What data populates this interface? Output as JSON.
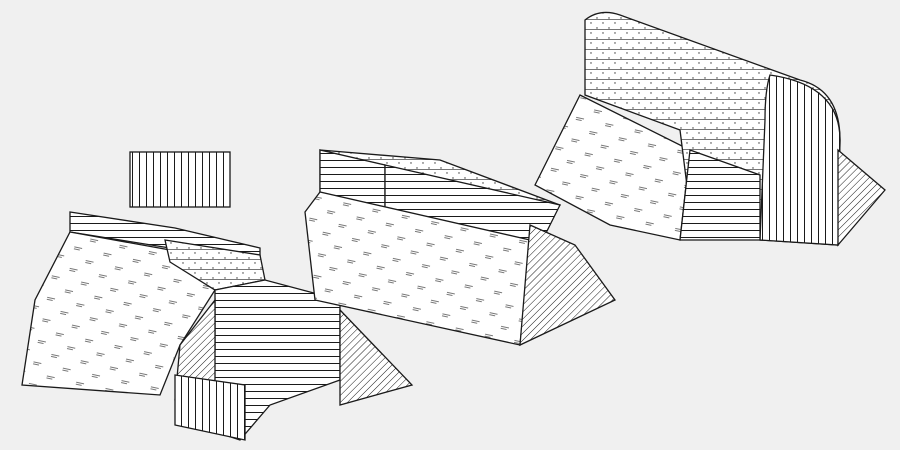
{
  "colors": {
    "background": "#f0f0f0",
    "ink": "#1a1a1a",
    "paper": "#ffffff"
  },
  "figures": [
    {
      "id": "stepped-log-rampart"
    },
    {
      "id": "log-box-rampart"
    },
    {
      "id": "rounded-log-mound"
    }
  ]
}
